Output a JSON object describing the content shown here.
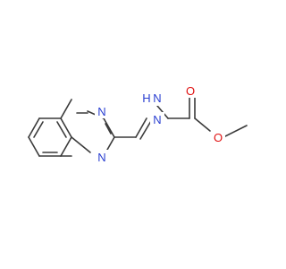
{
  "molecule": {
    "atoms": [
      {
        "id": "N1",
        "label": "N",
        "color": "#2a3fd1"
      },
      {
        "id": "N4",
        "label": "N",
        "color": "#2a3fd1"
      },
      {
        "id": "NH",
        "label": "H",
        "color": "#2a3fd1"
      },
      {
        "id": "NHN",
        "label": "N",
        "color": "#2a3fd1"
      },
      {
        "id": "N_hz",
        "label": "N",
        "color": "#2a3fd1"
      },
      {
        "id": "O_carbonyl",
        "label": "O",
        "color": "#e01010"
      },
      {
        "id": "O_ester",
        "label": "O",
        "color": "#e01010"
      }
    ]
  },
  "colors": {
    "bond": "#3a3a3a",
    "nitrogen": "#2a3fd1",
    "oxygen": "#e01010",
    "background": "#ffffff"
  }
}
